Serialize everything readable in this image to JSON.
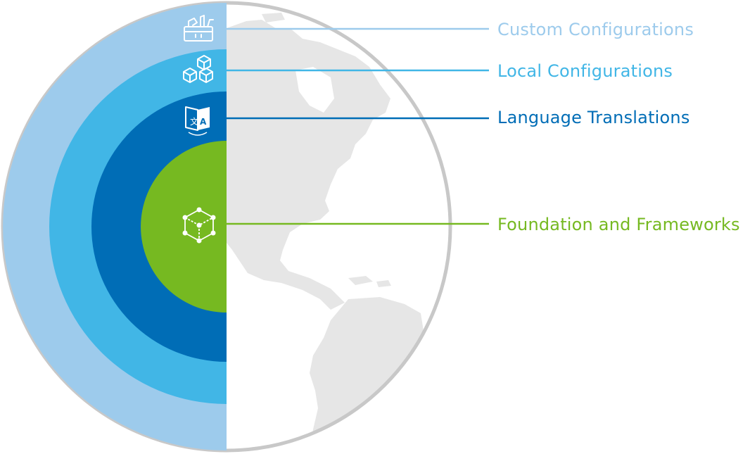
{
  "layers": [
    {
      "id": "custom",
      "label": "Custom Configurations",
      "color": "#9DCBEC",
      "text_color": "#9DCBEC",
      "icon": "toolbox-icon"
    },
    {
      "id": "local",
      "label": "Local Configurations",
      "color": "#41B6E6",
      "text_color": "#41B6E6",
      "icon": "cubes-icon"
    },
    {
      "id": "language",
      "label": "Language Translations",
      "color": "#006DB6",
      "text_color": "#006DB6",
      "icon": "translate-icon"
    },
    {
      "id": "foundation",
      "label": "Foundation and Frameworks",
      "color": "#76B921",
      "text_color": "#76B921",
      "icon": "framework-cube-icon"
    }
  ],
  "globe": {
    "land_color": "#E6E6E6",
    "outline_color": "#C8C8C8",
    "ocean_color": "#FFFFFF"
  }
}
